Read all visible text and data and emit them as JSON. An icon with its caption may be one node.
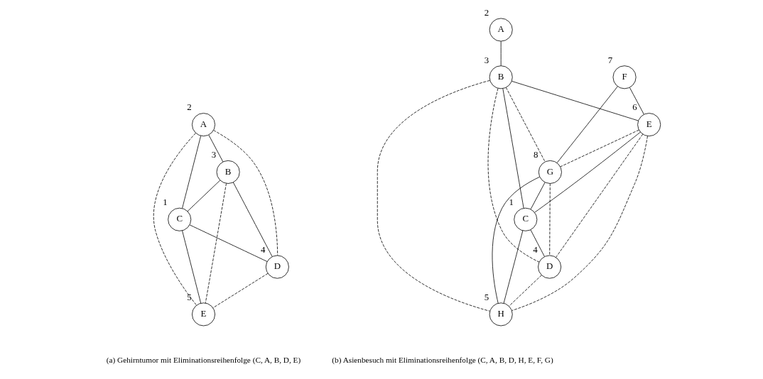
{
  "diagram": {
    "nodes": [
      {
        "text": [
          "A"
        ],
        "beside": [
          "2"
        ]
      },
      {
        "text": [
          "B"
        ],
        "beside": [
          "3"
        ]
      },
      {
        "text": [
          "C"
        ],
        "beside": [
          "1"
        ]
      },
      {
        "text": [
          "D"
        ],
        "beside": [
          "4"
        ]
      },
      {
        "text": [
          "E"
        ],
        "beside": [
          "5"
        ]
      },
      {
        "text": [
          "A"
        ],
        "beside": [
          "2"
        ]
      },
      {
        "text": [
          "B"
        ],
        "beside": [
          "3"
        ]
      },
      {
        "text": [
          "C"
        ],
        "beside": [
          "1"
        ]
      },
      {
        "text": [
          "D"
        ],
        "beside": [
          "4"
        ]
      },
      {
        "text": [
          "E"
        ],
        "beside": [
          "6"
        ]
      },
      {
        "text": [
          "F"
        ],
        "beside": [
          "7"
        ]
      },
      {
        "text": [
          "G"
        ],
        "beside": [
          "8"
        ]
      },
      {
        "text": [
          "H"
        ],
        "beside": [
          "5"
        ]
      }
    ],
    "edges": [
      {
        "from": 0,
        "to": 1,
        "arrow": "none"
      },
      {
        "from": 0,
        "to": 2,
        "arrow": "none"
      },
      {
        "from": 0,
        "to": 3,
        "arrow": "none",
        "style": "dashed"
      },
      {
        "from": 0,
        "to": 4,
        "arrow": "none",
        "style": "dashed"
      },
      {
        "from": 1,
        "to": 2,
        "arrow": "none"
      },
      {
        "from": 1,
        "to": 3,
        "arrow": "none"
      },
      {
        "from": 1,
        "to": 4,
        "arrow": "none",
        "style": "dashed"
      },
      {
        "from": 2,
        "to": 3,
        "arrow": "none"
      },
      {
        "from": 2,
        "to": 4,
        "arrow": "none"
      },
      {
        "from": 3,
        "to": 4,
        "arrow": "none",
        "style": "dashed"
      },
      {
        "from": 5,
        "to": 6,
        "arrow": "none"
      },
      {
        "from": 6,
        "to": 9,
        "arrow": "none"
      },
      {
        "from": 6,
        "to": 11,
        "arrow": "none",
        "style": "dashed"
      },
      {
        "from": 6,
        "to": 7,
        "arrow": "none"
      },
      {
        "from": 6,
        "to": 8,
        "arrow": "none",
        "style": "dashed"
      },
      {
        "from": 6,
        "to": 12,
        "arrow": "none",
        "style": "dashed"
      },
      {
        "from": 10,
        "to": 9,
        "arrow": "none"
      },
      {
        "from": 10,
        "to": 11,
        "arrow": "none"
      },
      {
        "from": 9,
        "to": 11,
        "arrow": "none",
        "style": "dashed"
      },
      {
        "from": 9,
        "to": 7,
        "arrow": "none"
      },
      {
        "from": 9,
        "to": 8,
        "arrow": "none",
        "style": "dashed"
      },
      {
        "from": 9,
        "to": 12,
        "arrow": "none",
        "style": "dashed"
      },
      {
        "from": 11,
        "to": 7,
        "arrow": "none"
      },
      {
        "from": 7,
        "to": 8,
        "arrow": "none"
      },
      {
        "from": 7,
        "to": 12,
        "arrow": "none"
      },
      {
        "from": 11,
        "to": 8,
        "arrow": "none",
        "style": "dashed"
      },
      {
        "from": 8,
        "to": 12,
        "arrow": "none",
        "style": "dashed"
      },
      {
        "from": 11,
        "to": 12,
        "arrow": "none"
      }
    ],
    "labels": [
      "(a) Gehirntumor mit Eliminationsreihenfolge (C, A, B, D, E)",
      "(b) Asienbesuch mit Eliminationsreihenfolge (C, A, B, D, H, E, F, G)"
    ]
  }
}
